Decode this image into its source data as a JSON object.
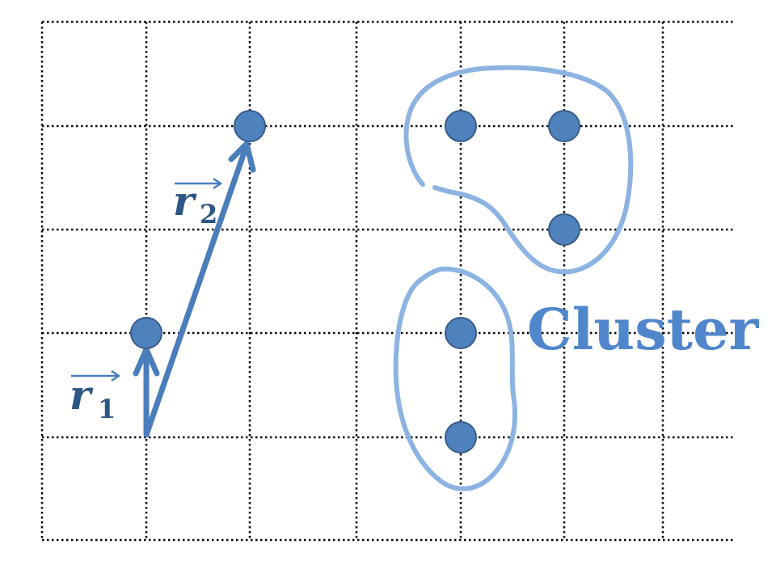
{
  "diagram": {
    "cluster_label": "Cluster",
    "vectors": [
      {
        "id": "r1",
        "symbol": "r",
        "subscript": "1"
      },
      {
        "id": "r2",
        "symbol": "r",
        "subscript": "2"
      }
    ],
    "colors": {
      "node_fill": "#4f81bd",
      "vector": "#4a7ebb",
      "cluster_outline": "#8db3e2",
      "cluster_text": "#4f86cc",
      "grid": "#000000"
    }
  }
}
